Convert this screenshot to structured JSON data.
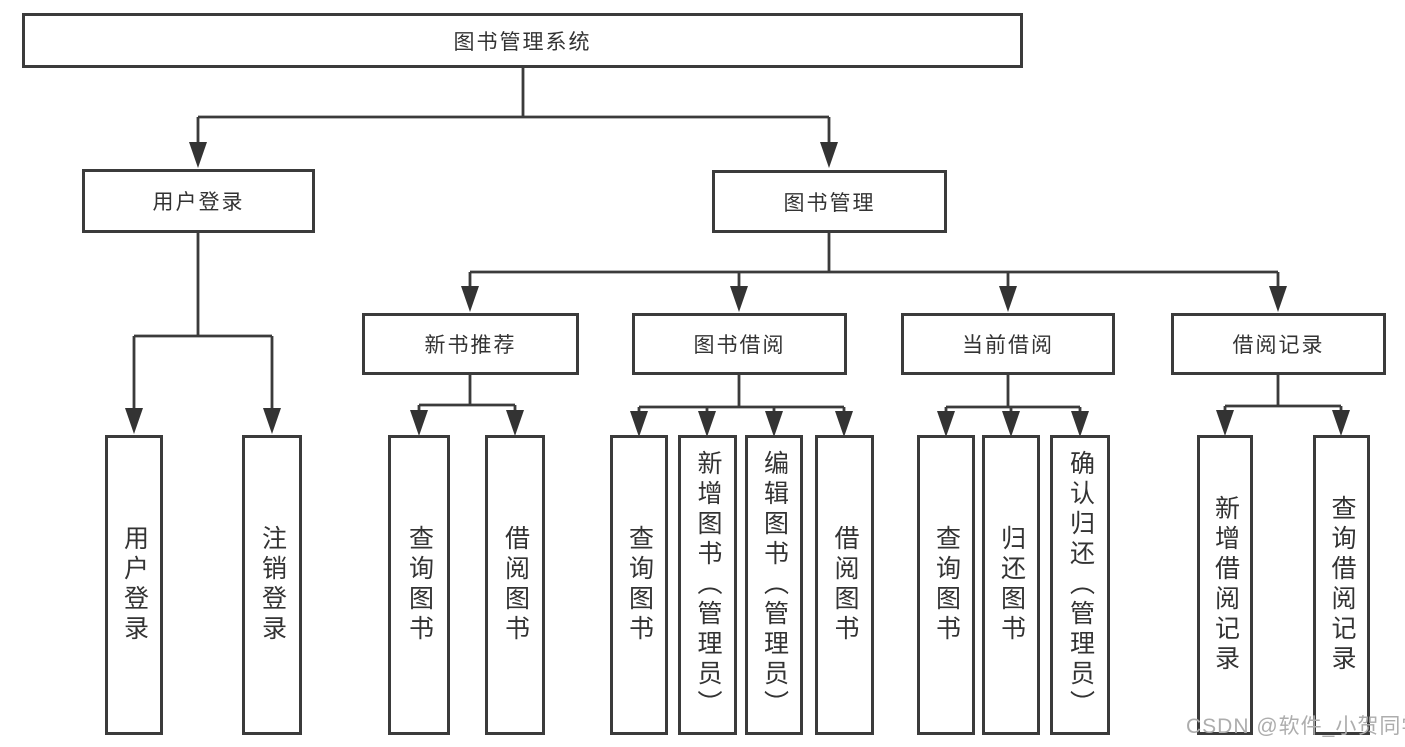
{
  "diagram_type": "hierarchy-tree",
  "colors": {
    "background": "#ffffff",
    "line": "#3b3b3b",
    "box_border": "#3b3b3b",
    "text": "#333333",
    "watermark": "#adadad"
  },
  "tree": {
    "label": "图书管理系统",
    "children": [
      {
        "label": "用户登录",
        "children": [
          {
            "label": "用户登录"
          },
          {
            "label": "注销登录"
          }
        ]
      },
      {
        "label": "图书管理",
        "children": [
          {
            "label": "新书推荐",
            "children": [
              {
                "label": "查询图书"
              },
              {
                "label": "借阅图书"
              }
            ]
          },
          {
            "label": "图书借阅",
            "children": [
              {
                "label": "查询图书"
              },
              {
                "label": "新增图书（管理员）"
              },
              {
                "label": "编辑图书（管理员）"
              },
              {
                "label": "借阅图书"
              }
            ]
          },
          {
            "label": "当前借阅",
            "children": [
              {
                "label": "查询图书"
              },
              {
                "label": "归还图书"
              },
              {
                "label": "确认归还（管理员）"
              }
            ]
          },
          {
            "label": "借阅记录",
            "children": [
              {
                "label": "新增借阅记录"
              },
              {
                "label": "查询借阅记录"
              }
            ]
          }
        ]
      }
    ]
  },
  "watermark": {
    "text": "CSDN @软件_小贺同学"
  }
}
